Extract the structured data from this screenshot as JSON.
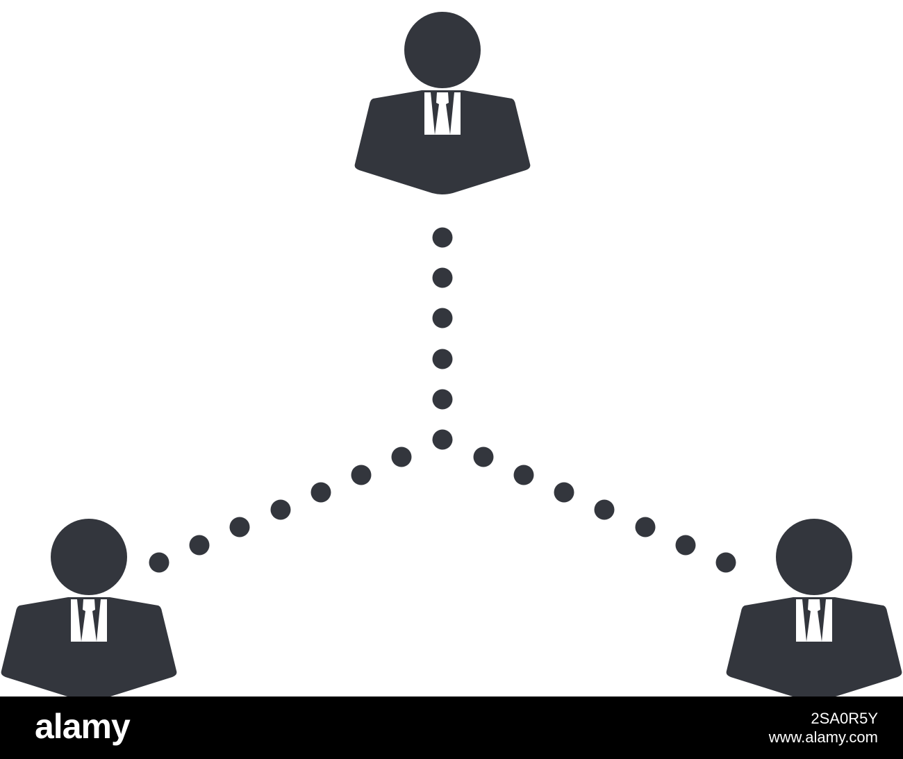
{
  "colors": {
    "figure": "#33363d",
    "background": "#ffffff",
    "footer_background": "#000000",
    "footer_text": "#ffffff"
  },
  "nodes": [
    {
      "id": "top",
      "icon": "businessman-icon"
    },
    {
      "id": "bottom-left",
      "icon": "businessman-icon"
    },
    {
      "id": "bottom-right",
      "icon": "businessman-icon"
    }
  ],
  "connectors": [
    {
      "from": "top",
      "to": "hub",
      "style": "dotted"
    },
    {
      "from": "hub",
      "to": "bottom-left",
      "style": "dotted"
    },
    {
      "from": "hub",
      "to": "bottom-right",
      "style": "dotted"
    }
  ],
  "footer": {
    "logo": "alamy",
    "image_id": "2SA0R5Y",
    "site": "www.alamy.com"
  }
}
